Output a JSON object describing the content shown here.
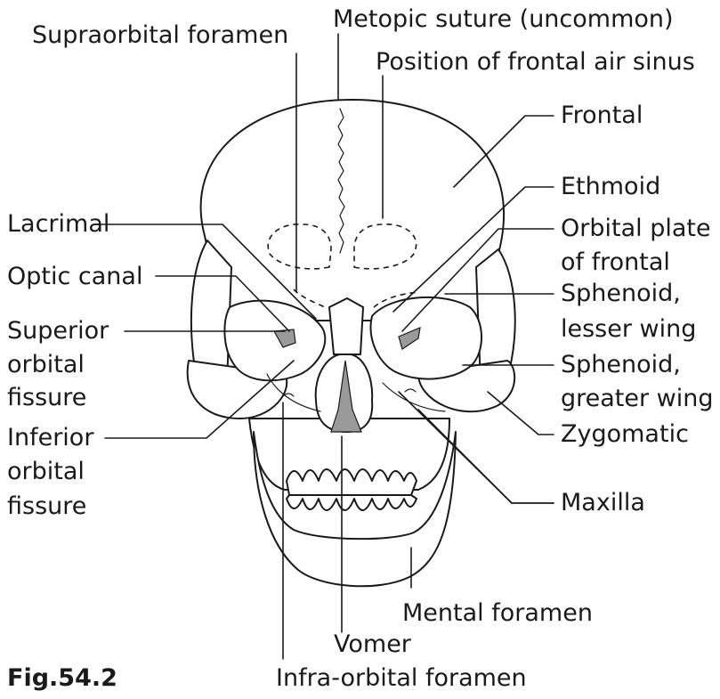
{
  "figure": {
    "caption": "Fig.54.2",
    "labels": {
      "supraorbital_foramen": "Supraorbital foramen",
      "metopic_suture": "Metopic suture (uncommon)",
      "frontal_air_sinus": "Position of frontal air sinus",
      "frontal": "Frontal",
      "ethmoid": "Ethmoid",
      "orbital_plate_1": "Orbital plate",
      "orbital_plate_2": "of frontal",
      "lesser_wing_1": "Sphenoid,",
      "lesser_wing_2": "lesser wing",
      "greater_wing_1": "Sphenoid,",
      "greater_wing_2": "greater wing",
      "zygomatic": "Zygomatic",
      "maxilla": "Maxilla",
      "mental_foramen": "Mental foramen",
      "vomer": "Vomer",
      "infraorbital_foramen": "Infra-orbital foramen",
      "lacrimal": "Lacrimal",
      "optic_canal": "Optic canal",
      "sof_1": "Superior",
      "sof_2": "orbital",
      "sof_3": "fissure",
      "iof_1": "Inferior",
      "iof_2": "orbital",
      "iof_3": "fissure"
    }
  }
}
